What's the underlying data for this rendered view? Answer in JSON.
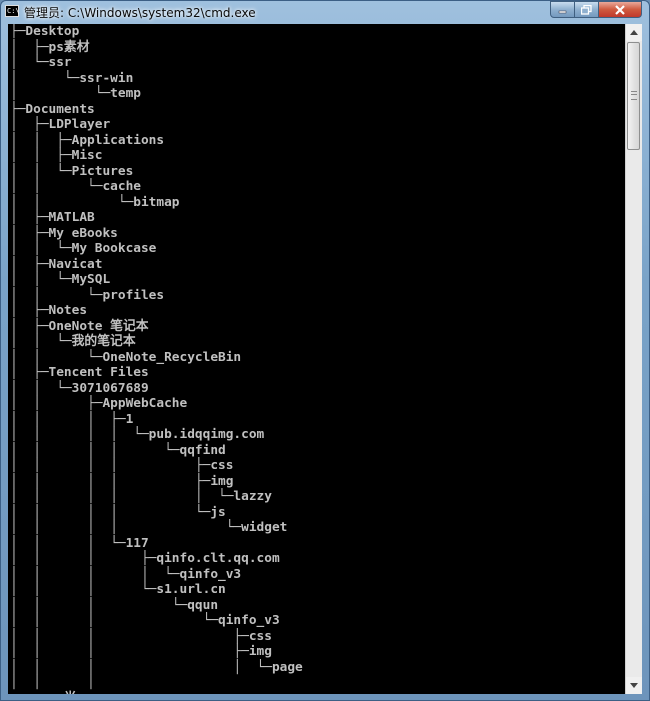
{
  "window": {
    "title": "管理员: C:\\Windows\\system32\\cmd.exe",
    "icon": "cmd-icon",
    "icon_text": "C:\\",
    "controls": {
      "minimize": "minimize-icon",
      "maximize": "maximize-icon",
      "close": "close-icon"
    }
  },
  "colors": {
    "console_bg": "#000000",
    "console_fg": "#c0c0c0",
    "close_button": "#c0392b"
  },
  "console": {
    "lines": [
      "├─Desktop",
      "│  ├─ps素材",
      "│  └─ssr",
      "│      └─ssr-win",
      "│          └─temp",
      "├─Documents",
      "│  ├─LDPlayer",
      "│  │  ├─Applications",
      "│  │  ├─Misc",
      "│  │  └─Pictures",
      "│  │      └─cache",
      "│  │          └─bitmap",
      "│  ├─MATLAB",
      "│  ├─My eBooks",
      "│  │  └─My Bookcase",
      "│  ├─Navicat",
      "│  │  └─MySQL",
      "│  │      └─profiles",
      "│  ├─Notes",
      "│  ├─OneNote 笔记本",
      "│  │  └─我的笔记本",
      "│  │      └─OneNote_RecycleBin",
      "│  ├─Tencent Files",
      "│  │  └─3071067689",
      "│  │      ├─AppWebCache",
      "│  │      │  ├─1",
      "│  │      │  │  └─pub.idqqimg.com",
      "│  │      │  │      └─qqfind",
      "│  │      │  │          ├─css",
      "│  │      │  │          ├─img",
      "│  │      │  │          │  └─lazzy",
      "│  │      │  │          └─js",
      "│  │      │  │              └─widget",
      "│  │      │  └─117",
      "│  │      │      ├─qinfo.clt.qq.com",
      "│  │      │      │  └─qinfo_v3",
      "│  │      │      └─s1.url.cn",
      "│  │      │          └─qqun",
      "│  │      │              └─qinfo_v3",
      "│  │      │                  ├─css",
      "│  │      │                  ├─img",
      "│  │      │                  │  └─page",
      "│  │      │",
      "       半:"
    ]
  },
  "scrollbar": {
    "up": "scroll-up-arrow-icon",
    "down": "scroll-down-arrow-icon",
    "position_fraction": 0.0
  }
}
